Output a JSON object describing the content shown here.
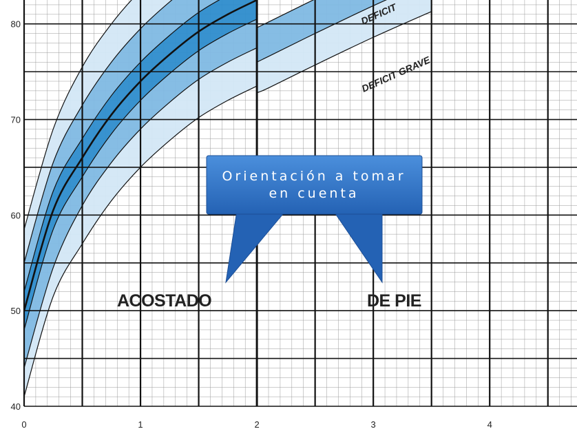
{
  "chart_data": {
    "type": "line",
    "title": "",
    "xlabel": "",
    "ylabel": "",
    "xlim": [
      0,
      4.75
    ],
    "ylim": [
      40,
      82.5
    ],
    "x_ticks": [
      "0",
      "1",
      "2",
      "3",
      "4"
    ],
    "y_ticks": [
      "40",
      "50",
      "60",
      "70",
      "80"
    ],
    "grid": true,
    "segments": [
      {
        "name": "",
        "x": [
          0,
          0.25,
          0.5,
          0.75,
          1.0,
          1.25,
          1.5,
          1.75,
          2.0
        ],
        "bands": [
          {
            "lower": [
              41.0,
              51.5,
              57.0,
              61.5,
              65.0,
              67.8,
              70.2,
              72.0,
              73.5
            ],
            "upper": [
              44.0,
              54.5,
              61.0,
              65.5,
              69.0,
              71.8,
              74.2,
              76.0,
              77.5
            ],
            "color": "#d3e7f6"
          },
          {
            "lower": [
              44.0,
              54.5,
              61.0,
              65.5,
              69.0,
              71.8,
              74.2,
              76.0,
              77.5
            ],
            "upper": [
              48.0,
              58.5,
              64.0,
              68.5,
              72.0,
              74.8,
              77.2,
              79.0,
              80.5
            ],
            "color": "#7fb9e3"
          },
          {
            "lower": [
              48.0,
              58.5,
              64.0,
              68.5,
              72.0,
              74.8,
              77.2,
              79.0,
              80.5
            ],
            "upper": [
              52.0,
              62.5,
              68.0,
              72.5,
              76.0,
              78.8,
              81.2,
              83.0,
              84.5
            ],
            "color": "#2d8ccc"
          },
          {
            "lower": [
              52.0,
              62.5,
              68.0,
              72.5,
              76.0,
              78.8,
              81.2,
              83.0,
              84.5
            ],
            "upper": [
              55.0,
              65.5,
              71.5,
              76.0,
              79.5,
              82.3,
              84.7,
              86.5,
              88.0
            ],
            "color": "#7fb9e3"
          },
          {
            "lower": [
              55.0,
              65.5,
              71.5,
              76.0,
              79.5,
              82.3,
              84.7,
              86.5,
              88.0
            ],
            "upper": [
              58.5,
              69.0,
              75.5,
              80.0,
              83.5,
              86.3,
              88.7,
              90.5,
              92.0
            ],
            "color": "#d3e7f6"
          }
        ],
        "lines": [
          {
            "values": [
              41.0,
              51.5,
              57.0,
              61.5,
              65.0,
              67.8,
              70.2,
              72.0,
              73.5
            ],
            "width": 1.2
          },
          {
            "values": [
              44.0,
              54.5,
              61.0,
              65.5,
              69.0,
              71.8,
              74.2,
              76.0,
              77.5
            ],
            "width": 1.2
          },
          {
            "values": [
              48.0,
              58.5,
              64.0,
              68.5,
              72.0,
              74.8,
              77.2,
              79.0,
              80.5
            ],
            "width": 1.2
          },
          {
            "values": [
              50.0,
              60.5,
              66.0,
              70.5,
              74.0,
              76.8,
              79.2,
              81.0,
              82.5
            ],
            "width": 2.6
          },
          {
            "values": [
              52.0,
              62.5,
              68.0,
              72.5,
              76.0,
              78.8,
              81.2,
              83.0,
              84.5
            ],
            "width": 1.2
          },
          {
            "values": [
              55.0,
              65.5,
              71.5,
              76.0,
              79.5,
              82.3,
              84.7,
              86.5,
              88.0
            ],
            "width": 1.2
          },
          {
            "values": [
              58.5,
              69.0,
              75.5,
              80.0,
              83.5,
              86.3,
              88.7,
              90.5,
              92.0
            ],
            "width": 1.2
          }
        ]
      },
      {
        "name": "",
        "x": [
          2.0,
          2.1,
          2.5,
          3.0,
          3.5
        ],
        "bands": [
          {
            "lower": [
              72.8,
              73.3,
              75.7,
              78.6,
              81.3
            ],
            "upper": [
              76.0,
              76.6,
              79.0,
              81.9,
              84.6
            ],
            "color": "#d3e7f6"
          },
          {
            "lower": [
              76.0,
              76.6,
              79.0,
              81.9,
              84.6
            ],
            "upper": [
              79.6,
              80.2,
              82.6,
              85.5,
              88.2
            ],
            "color": "#7fb9e3"
          }
        ],
        "lines": [
          {
            "values": [
              72.8,
              73.3,
              75.7,
              78.6,
              81.3
            ],
            "width": 1.2
          },
          {
            "values": [
              76.0,
              76.6,
              79.0,
              81.9,
              84.6
            ],
            "width": 1.2
          },
          {
            "values": [
              79.6,
              80.2,
              82.6,
              85.5,
              88.2
            ],
            "width": 1.2
          }
        ]
      }
    ],
    "annotations": {
      "acostado": "ACOSTADO",
      "de_pie": "DE PIE",
      "deficit": "DEFICIT",
      "deficit_grave": "DEFICIT GRAVE"
    },
    "callout": {
      "line1": "Orientación a tomar",
      "line2": "en cuenta",
      "fill": "#2d72c8"
    }
  }
}
